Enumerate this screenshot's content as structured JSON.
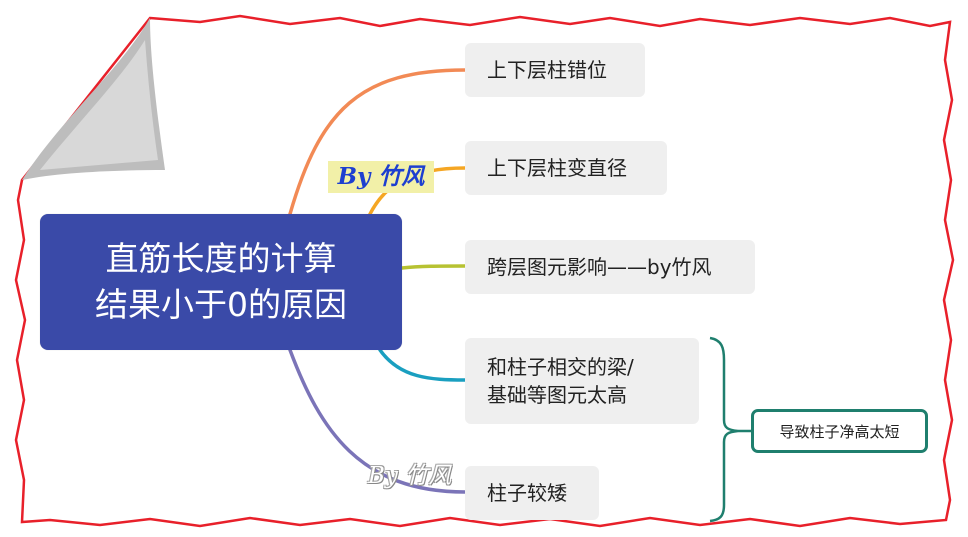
{
  "root": {
    "line1": "直筋长度的计算",
    "line2": "结果小于0的原因",
    "color": "#3a4aa8"
  },
  "branches": [
    {
      "label": "上下层柱错位",
      "color": "#f28a55"
    },
    {
      "label": "上下层柱变直径",
      "color": "#f5a623"
    },
    {
      "label": "跨层图元影响——by竹风",
      "color": "#b7c232"
    },
    {
      "line1": "和柱子相交的梁/",
      "line2": "基础等图元太高",
      "color": "#1a9fc0"
    },
    {
      "label": "柱子较矮",
      "color": "#7b74b8"
    }
  ],
  "summary": {
    "label": "导致柱子净高太短",
    "color": "#1f7f6e"
  },
  "watermarks": {
    "top": "By 竹风",
    "bottom": "By 竹风"
  },
  "frame": {
    "border_color": "#e8202a",
    "curl_color": "#bdbdbd"
  }
}
